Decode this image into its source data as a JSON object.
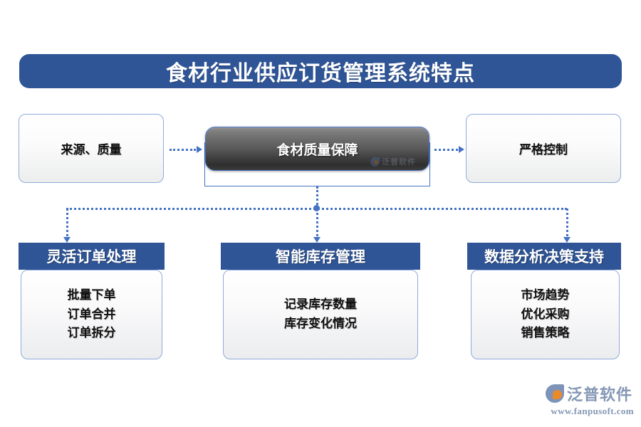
{
  "title": {
    "text": "食材行业供应订货管理系统特点"
  },
  "colors": {
    "banner_blue": "#2F5597",
    "header_blue": "#2F5597",
    "card_border": "#8FAADC",
    "connector_blue": "#4472C4",
    "center_box_dark": "#3E3E3E",
    "logo_blue_gray": "#8497B5",
    "logo_orange": "#E98A2B"
  },
  "top_row": {
    "left_card": {
      "text": "来源、质量"
    },
    "center_card": {
      "text": "食材质量保障"
    },
    "right_card": {
      "text": "严格控制"
    },
    "watermark": {
      "text": "泛普软件"
    }
  },
  "features": [
    {
      "header": "灵活订单处理",
      "items": [
        "批量下单",
        "订单合并",
        "订单拆分"
      ]
    },
    {
      "header": "智能库存管理",
      "items": [
        "记录库存数量",
        "库存变化情况"
      ]
    },
    {
      "header": "数据分析决策支持",
      "items": [
        "市场趋势",
        "优化采购",
        "销售策略"
      ]
    }
  ],
  "brand": {
    "name": "泛普软件",
    "url": "www.fanpusoft.com"
  }
}
